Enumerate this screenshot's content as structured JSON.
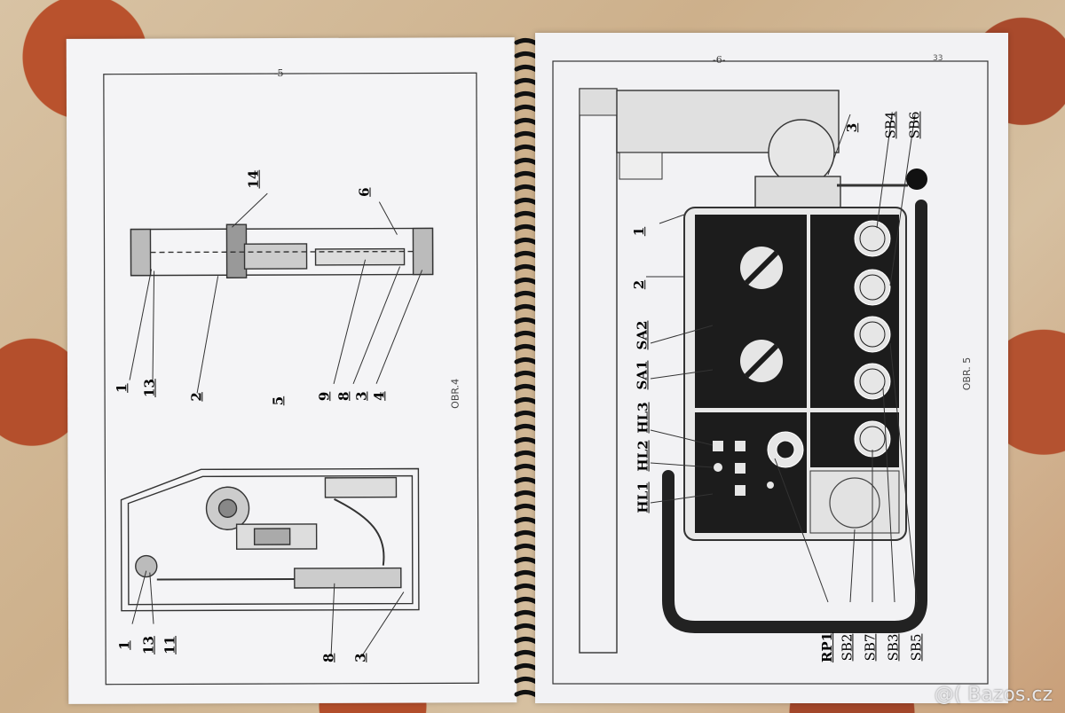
{
  "photo": {
    "watermark": "@( Bazos.cz"
  },
  "left_page": {
    "page_number": "-5-",
    "figure_label": "OBR.4",
    "callouts_upper": [
      "14",
      "6",
      "1",
      "13",
      "2",
      "5",
      "9",
      "8",
      "3",
      "4"
    ],
    "callouts_lower": [
      "1",
      "13",
      "11",
      "8",
      "3"
    ]
  },
  "right_page": {
    "page_number": "-6-",
    "corner_note": "33",
    "figure_label": "OBR. 5",
    "callouts_left": [
      "1",
      "2",
      "SA2",
      "SA1",
      "HL3",
      "HL2",
      "HL1"
    ],
    "callouts_top": [
      "3",
      "SB4",
      "SB6"
    ],
    "callouts_bottom": [
      "RP1",
      "SB2",
      "SB7",
      "SB3",
      "SB5"
    ]
  }
}
